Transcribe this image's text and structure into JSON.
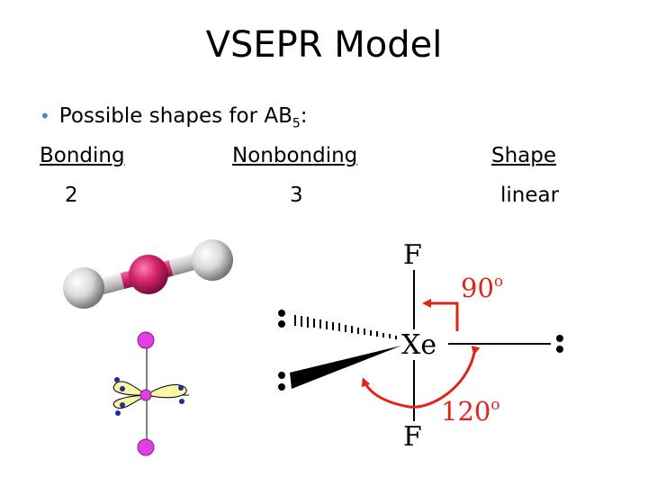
{
  "title": "VSEPR Model",
  "bullet": {
    "text": "Possible shapes for AB",
    "subscript": "5",
    "suffix": ":"
  },
  "table": {
    "headers": [
      "Bonding",
      "Nonbonding",
      "Shape"
    ],
    "values": [
      "2",
      "3",
      "linear"
    ]
  },
  "diagram": {
    "atoms": {
      "top": "F",
      "center": "Xe",
      "bottom": "F"
    },
    "angles": {
      "small": "90",
      "large": "120",
      "degree_mark": "o"
    }
  },
  "colors": {
    "bullet": "#4f81bd",
    "central_atom": "#d6246e",
    "terminal_atom": "#d9d9d9",
    "lone_pair_lobe": "#fbf5a6",
    "electron_dot": "#1a2f9c",
    "angle_arrow": "#e2231a",
    "angle_text": "#e2231a"
  }
}
